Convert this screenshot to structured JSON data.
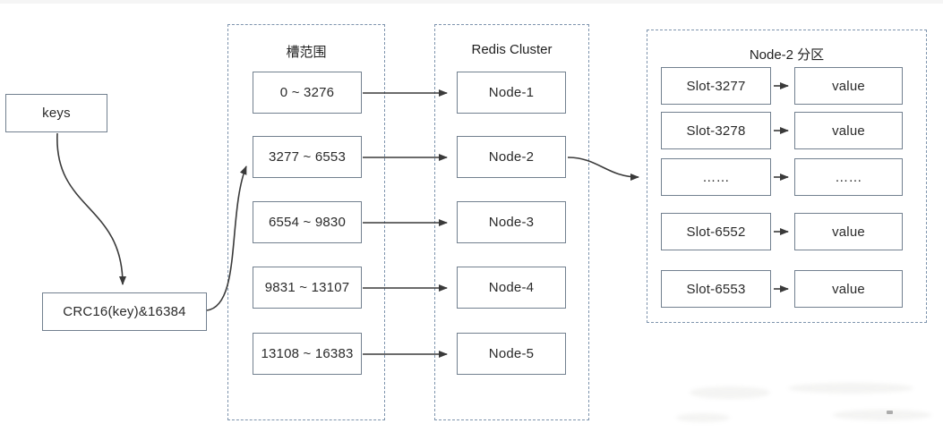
{
  "diagram": {
    "keys_box": {
      "label": "keys"
    },
    "crc_box": {
      "label": "CRC16(key)&16384"
    },
    "slot_column": {
      "title": "槽范围",
      "ranges": [
        "0 ~ 3276",
        "3277 ~ 6553",
        "6554 ~ 9830",
        "9831 ~ 13107",
        "13108 ~ 16383"
      ]
    },
    "cluster_column": {
      "title": "Redis Cluster",
      "nodes": [
        "Node-1",
        "Node-2",
        "Node-3",
        "Node-4",
        "Node-5"
      ]
    },
    "partition_panel": {
      "title": "Node-2 分区",
      "rows": [
        {
          "slot": "Slot-3277",
          "value": "value"
        },
        {
          "slot": "Slot-3278",
          "value": "value"
        },
        {
          "slot": "……",
          "value": "……"
        },
        {
          "slot": "Slot-6552",
          "value": "value"
        },
        {
          "slot": "Slot-6553",
          "value": "value"
        }
      ]
    },
    "colors": {
      "box_border": "#72808f",
      "dashed_border": "#7e94ad",
      "arrow": "#3a3a3a",
      "text": "#2a2a2a",
      "background": "#ffffff"
    }
  }
}
